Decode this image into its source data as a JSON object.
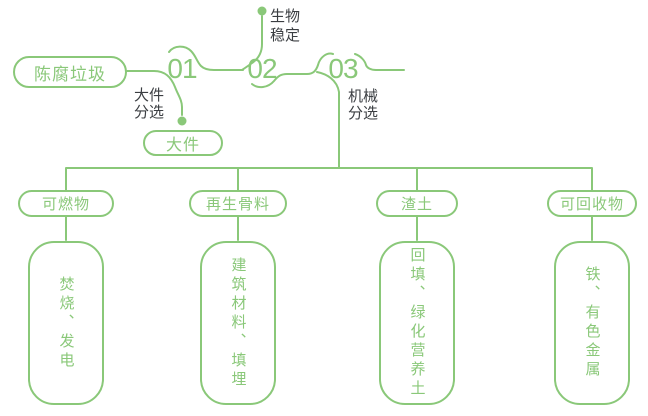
{
  "colors": {
    "green": "#8ac879",
    "label_text": "#3b3e42",
    "background": "#ffffff"
  },
  "source": {
    "label": "陈腐垃圾"
  },
  "steps": [
    {
      "number": "01",
      "process": "大件分选",
      "output": "大件"
    },
    {
      "number": "02",
      "process": "生物稳定"
    },
    {
      "number": "03",
      "process": "机械分选"
    }
  ],
  "outputs": [
    {
      "category": "可燃物",
      "disposal": "焚烧、发电"
    },
    {
      "category": "再生骨料",
      "disposal": "建筑材料、填埋"
    },
    {
      "category": "渣土",
      "disposal": "回填、绿化营养土"
    },
    {
      "category": "可回收物",
      "disposal": "铁、有色金属"
    }
  ]
}
